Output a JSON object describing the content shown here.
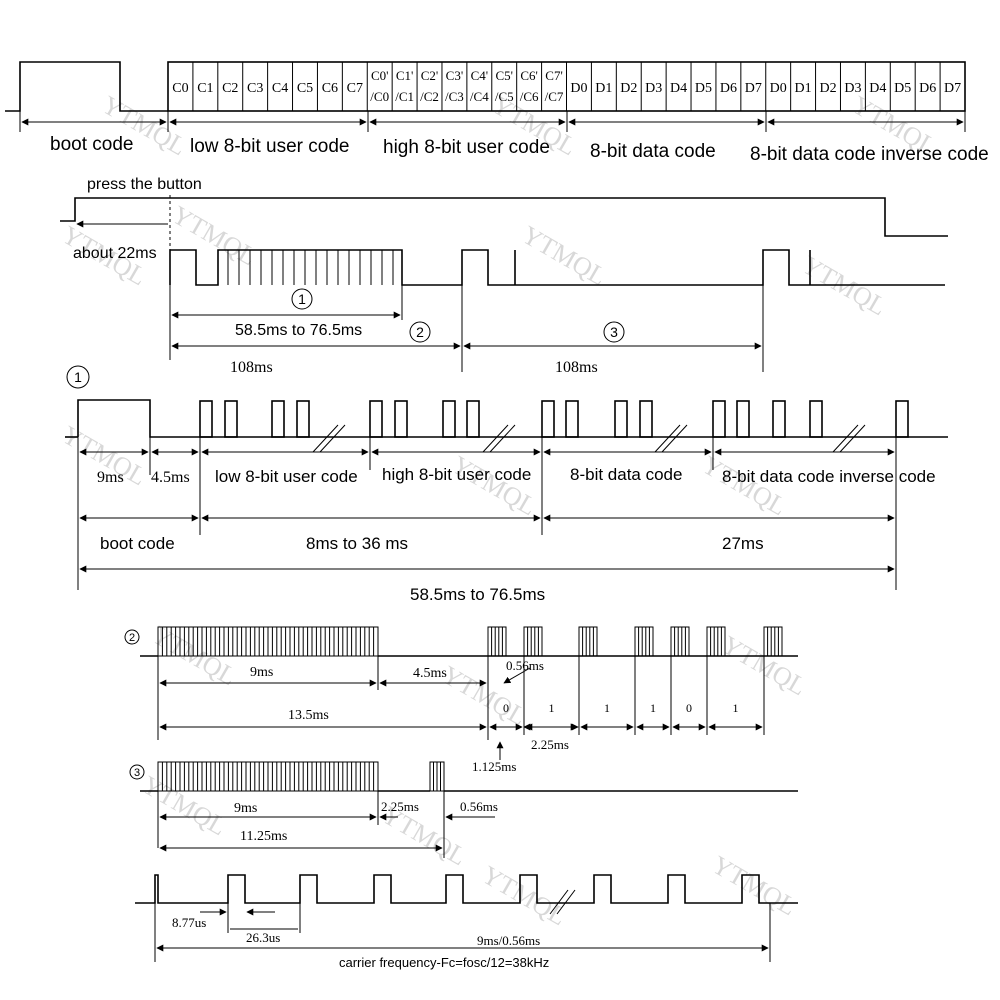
{
  "watermark": "YTMQL",
  "frame": {
    "segments": [
      "boot code",
      "low 8-bit user code",
      "high 8-bit user code",
      "8-bit data code",
      "8-bit data code inverse code"
    ],
    "low_cells": [
      "C0",
      "C1",
      "C2",
      "C3",
      "C4",
      "C5",
      "C6",
      "C7"
    ],
    "high_cells_top": [
      "C0'",
      "C1'",
      "C2'",
      "C3'",
      "C4'",
      "C5'",
      "C6'",
      "C7'"
    ],
    "high_cells_bottom": [
      "C0",
      "C1",
      "C2",
      "C3",
      "C4",
      "C5",
      "C6",
      "C7"
    ],
    "data_cells": [
      "D0",
      "D1",
      "D2",
      "D3",
      "D4",
      "D5",
      "D6",
      "D7"
    ],
    "inv_cells": [
      "D0",
      "D1",
      "D2",
      "D3",
      "D4",
      "D5",
      "D6",
      "D7"
    ]
  },
  "press": {
    "title": "press the button",
    "delay": "about 22ms",
    "mark1": "1",
    "mark2": "2",
    "mark3": "3",
    "span1": "58.5ms to 76.5ms",
    "span2": "108ms",
    "span3": "108ms"
  },
  "detail1": {
    "mark": "1",
    "boot_high": "9ms",
    "boot_low": "4.5ms",
    "seg_low": "low 8-bit user code",
    "seg_high": "high 8-bit user code",
    "seg_data": "8-bit data code",
    "seg_inv": "8-bit data code inverse code",
    "boot_label": "boot code",
    "user_span": "8ms to 36 ms",
    "data_span": "27ms",
    "total": "58.5ms to 76.5ms"
  },
  "detail2": {
    "mark": "2",
    "high": "9ms",
    "low": "4.5ms",
    "pulse": "0.56ms",
    "total": "13.5ms",
    "bits": [
      "0",
      "1",
      "1",
      "1",
      "0",
      "1"
    ],
    "one_period": "2.25ms",
    "zero_period": "1.125ms"
  },
  "detail3": {
    "mark": "3",
    "high": "9ms",
    "low": "2.25ms",
    "pulse": "0.56ms",
    "total": "11.25ms"
  },
  "carrier": {
    "pulse_width": "8.77us",
    "period": "26.3us",
    "burst": "9ms/0.56ms",
    "formula": "carrier frequency-Fc=fosc/12=38kHz"
  }
}
